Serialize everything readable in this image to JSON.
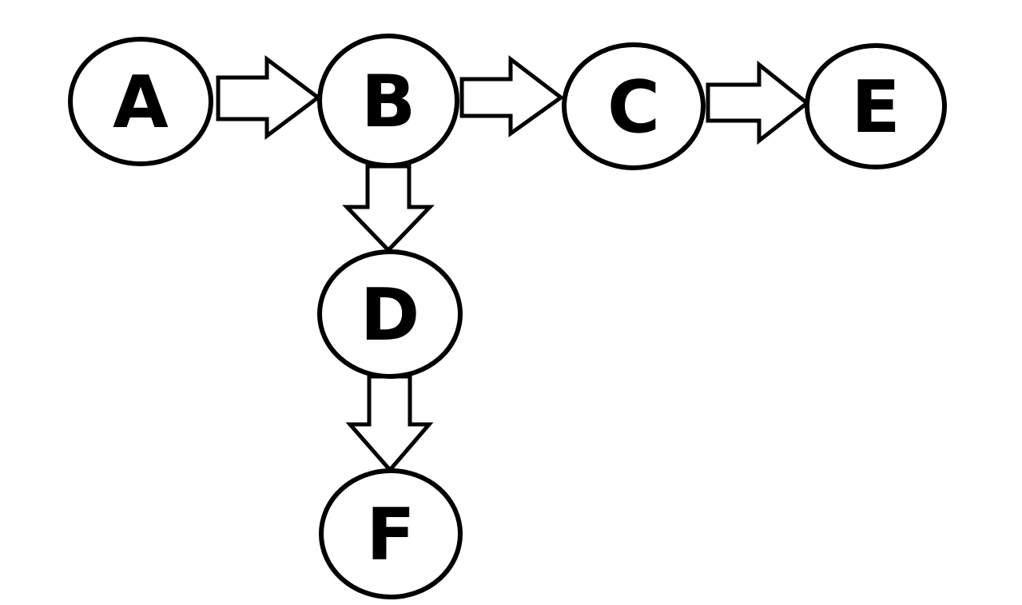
{
  "diagram": {
    "type": "flowchart",
    "background_color": "#ffffff",
    "node_fill_color": "#ffffff",
    "line_color": "#000000",
    "nodes": [
      {
        "id": "A",
        "label": "A"
      },
      {
        "id": "B",
        "label": "B"
      },
      {
        "id": "C",
        "label": "C"
      },
      {
        "id": "D",
        "label": "D"
      },
      {
        "id": "E",
        "label": "E"
      },
      {
        "id": "F",
        "label": "F"
      }
    ],
    "edges": [
      {
        "from": "A",
        "to": "B",
        "direction": "right",
        "style": "block-arrow"
      },
      {
        "from": "B",
        "to": "C",
        "direction": "right",
        "style": "block-arrow"
      },
      {
        "from": "C",
        "to": "E",
        "direction": "right",
        "style": "block-arrow"
      },
      {
        "from": "B",
        "to": "D",
        "direction": "down",
        "style": "block-arrow"
      },
      {
        "from": "D",
        "to": "F",
        "direction": "down",
        "style": "block-arrow"
      }
    ]
  }
}
